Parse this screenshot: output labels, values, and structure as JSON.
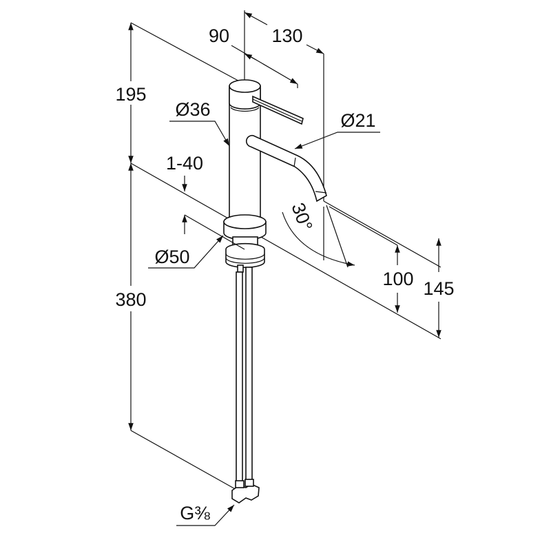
{
  "title": "Single-lever basin mixer dimension drawing",
  "dimensions": {
    "overall_height_top": "195",
    "mount_below_deck": "380",
    "handle_reach": "90",
    "spout_reach": "130",
    "body_diameter": "Ø36",
    "spout_diameter": "Ø21",
    "deck_thickness": "1-40",
    "base_diameter": "Ø50",
    "spout_angle": "30°",
    "spout_outlet_height": "100",
    "spout_top_height": "145",
    "connection_thread": "G⅜"
  },
  "colors": {
    "line": "#111111",
    "background": "#ffffff"
  }
}
